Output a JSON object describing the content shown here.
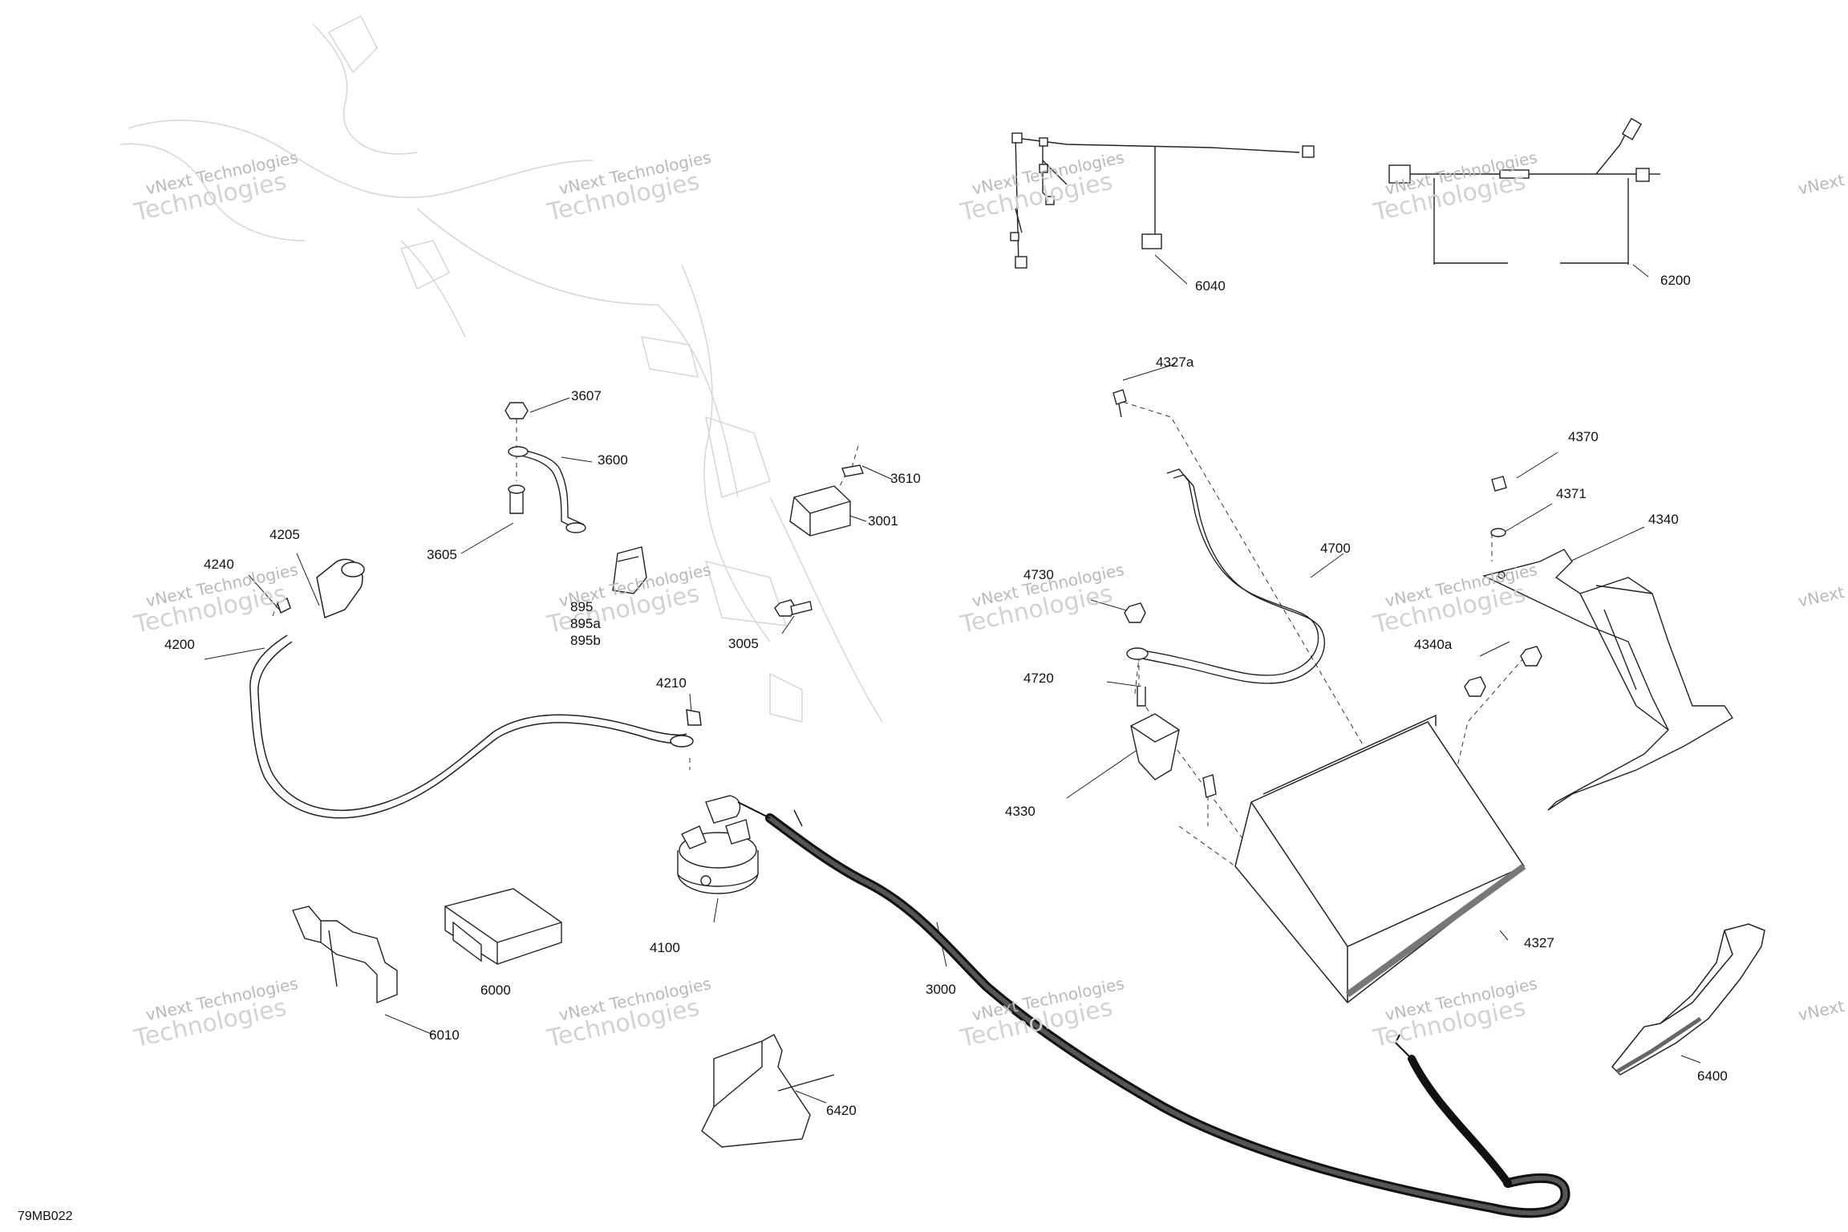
{
  "figure_code": "79MB022",
  "watermark": {
    "line1": "vNext Technologies",
    "line2": "Technologies"
  },
  "callouts": [
    {
      "id": "3607",
      "text": "3607"
    },
    {
      "id": "3600",
      "text": "3600"
    },
    {
      "id": "3605",
      "text": "3605"
    },
    {
      "id": "3610",
      "text": "3610"
    },
    {
      "id": "3001",
      "text": "3001"
    },
    {
      "id": "3005",
      "text": "3005"
    },
    {
      "id": "895",
      "text": "895"
    },
    {
      "id": "895a",
      "text": "895a"
    },
    {
      "id": "895b",
      "text": "895b"
    },
    {
      "id": "4205",
      "text": "4205"
    },
    {
      "id": "4240",
      "text": "4240"
    },
    {
      "id": "4200",
      "text": "4200"
    },
    {
      "id": "4210",
      "text": "4210"
    },
    {
      "id": "4100",
      "text": "4100"
    },
    {
      "id": "6000",
      "text": "6000"
    },
    {
      "id": "6010",
      "text": "6010"
    },
    {
      "id": "3000",
      "text": "3000"
    },
    {
      "id": "6420",
      "text": "6420"
    },
    {
      "id": "6040",
      "text": "6040"
    },
    {
      "id": "6200",
      "text": "6200"
    },
    {
      "id": "4327a",
      "text": "4327a"
    },
    {
      "id": "4700",
      "text": "4700"
    },
    {
      "id": "4730",
      "text": "4730"
    },
    {
      "id": "4720",
      "text": "4720"
    },
    {
      "id": "4330",
      "text": "4330"
    },
    {
      "id": "4327",
      "text": "4327"
    },
    {
      "id": "4370",
      "text": "4370"
    },
    {
      "id": "4371",
      "text": "4371"
    },
    {
      "id": "4340",
      "text": "4340"
    },
    {
      "id": "4340a",
      "text": "4340a"
    },
    {
      "id": "6400",
      "text": "6400"
    }
  ]
}
